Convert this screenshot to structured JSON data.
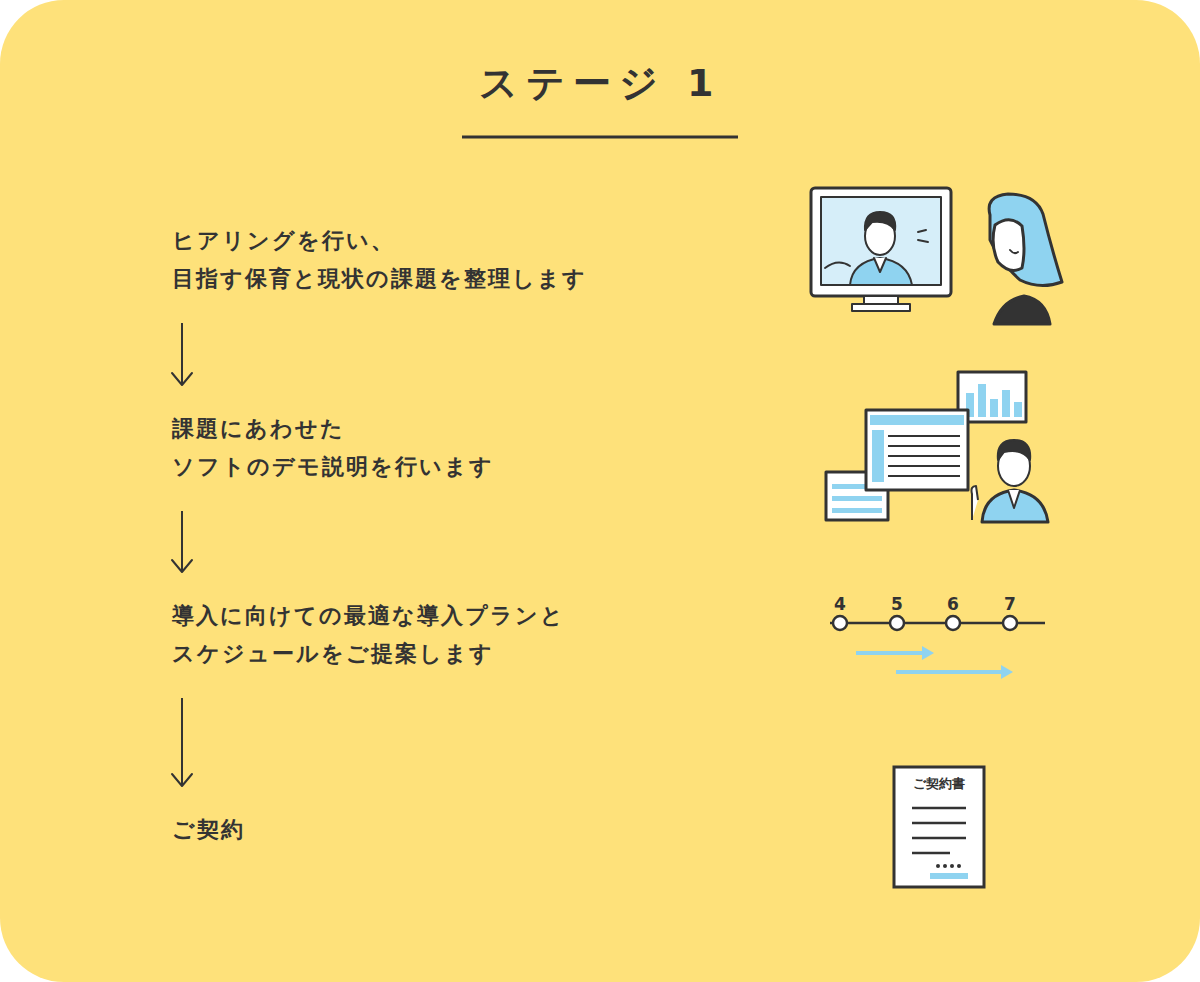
{
  "diagram": {
    "title": "ステージ 1",
    "nodes": [
      {
        "text": [
          "ヒアリングを行い、 目指す保育と現状の課題を整理します"
        ]
      },
      {
        "text": [
          "課題にあわせた ソフトのデモ説明を行います"
        ]
      },
      {
        "text": [
          "導入に向けての最適な導入プランと スケジュールをご提案します"
        ]
      },
      {
        "text": [
          "ご契約"
        ]
      }
    ],
    "edges": [
      {
        "from": 0,
        "to": 1,
        "arrow": "to"
      },
      {
        "from": 1,
        "to": 2,
        "arrow": "to"
      },
      {
        "from": 2,
        "to": 3,
        "arrow": "to"
      }
    ],
    "labels": [
      "4",
      "5",
      "6",
      "7",
      "ご契約書"
    ]
  }
}
